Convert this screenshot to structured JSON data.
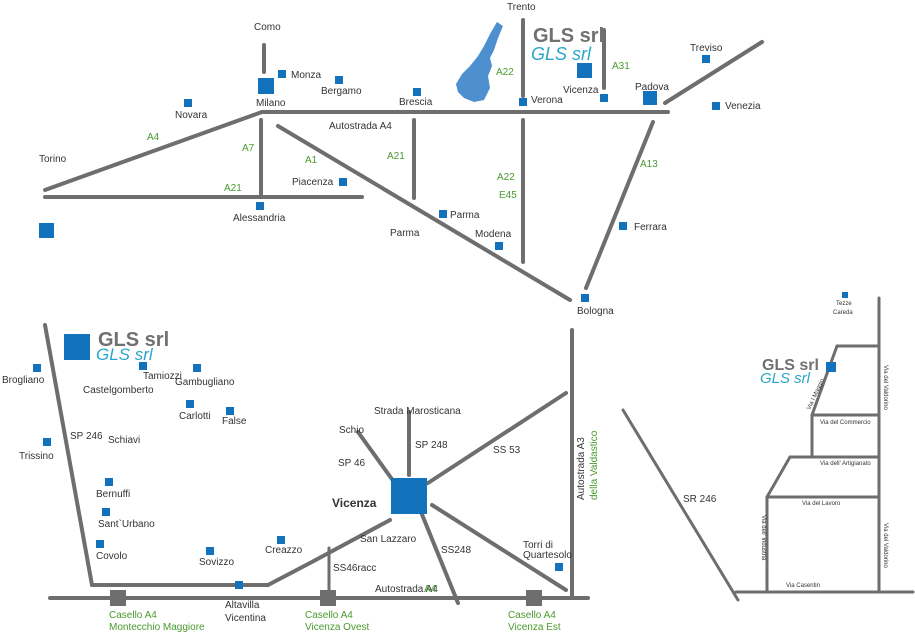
{
  "colors": {
    "road": "#6e6e6e",
    "marker": "#1272bc",
    "highway_label": "#4a9a2e",
    "text": "#333333",
    "logo_gray": "#707070",
    "logo_cyan": "#2aa6c9"
  },
  "icons": [
    "lake-garda-shape",
    "city-marker",
    "toll-booth-marker"
  ],
  "brand": {
    "name": "GLS srl",
    "script": "GLS srl"
  },
  "north_map": {
    "cities": {
      "como": "Como",
      "trento": "Trento",
      "monza": "Monza",
      "bergamo": "Bergamo",
      "milano": "Milano",
      "novara": "Novara",
      "brescia": "Brescia",
      "verona": "Verona",
      "vicenza": "Vicenza",
      "padova": "Padova",
      "treviso": "Treviso",
      "venezia": "Venezia",
      "torino": "Torino",
      "piacenza": "Piacenza",
      "alessandria": "Alessandria",
      "parma_marker": "Parma",
      "parma": "Parma",
      "modena": "Modena",
      "ferrara": "Ferrara",
      "bologna": "Bologna"
    },
    "roads": {
      "a22_top": "A22",
      "a31": "A31",
      "a4_west": "A4",
      "autostrada_a4": "Autostrada A4",
      "a7": "A7",
      "a1": "A1",
      "a21_mid": "A21",
      "a22_mid": "A22",
      "e45": "E45",
      "a13": "A13",
      "a21_west": "A21"
    }
  },
  "vicenza_map": {
    "places": {
      "brogliano": "Brogliano",
      "tamiozzi": "Tamiozzi",
      "castelgomberto": "Castelgomberto",
      "gambugliano": "Gambugliano",
      "carlotti": "Carlotti",
      "false": "False",
      "trissino": "Trissino",
      "schiavi": "Schiavi",
      "bernuffi": "Bernuffi",
      "sant_urbano": "Sant`Urbano",
      "covolo": "Covolo",
      "sovizzo": "Sovizzo",
      "creazzo": "Creazzo",
      "vicenza": "Vicenza",
      "strada_marosticana": "Strada Marosticana",
      "schio": "Schio",
      "san_lazzaro": "San Lazzaro",
      "torri_1": "Torri di",
      "torri_2": "Quartesolo",
      "altavilla_1": "Altavilla",
      "altavilla_2": "Vicentina"
    },
    "roads": {
      "sp246": "SP 246",
      "sp248": "SP 248",
      "sp46": "SP 46",
      "ss53": "SS 53",
      "ss248": "SS248",
      "ss46racc": "SS46racc",
      "autostrada_a4": "Autostrada A4",
      "a4_word": "A4",
      "autostrada_a3": "Autostrada A3",
      "valdastico": "della Valdastico"
    },
    "tolls": {
      "montecchio_1": "Casello A4",
      "montecchio_2": "Montecchio Maggiore",
      "ovest_1": "Casello A4",
      "ovest_2": "Vicenza Ovest",
      "est_1": "Casello A4",
      "est_2": "Vicenza Est"
    }
  },
  "detail_map": {
    "tezze": "Tezze",
    "careda": "Careda",
    "sr246": "SR 246",
    "streets": {
      "maggio": "Via I Maggio",
      "valdorino": "Via del Valdorino",
      "commercio": "Via del Commercio",
      "artigianato": "Via dell' Artigianato",
      "lavoro": "Via del Lavoro",
      "industria": "Via dell' Industria",
      "valdorino2": "Via del Valdorino",
      "casentin": "Via Casentin"
    }
  }
}
